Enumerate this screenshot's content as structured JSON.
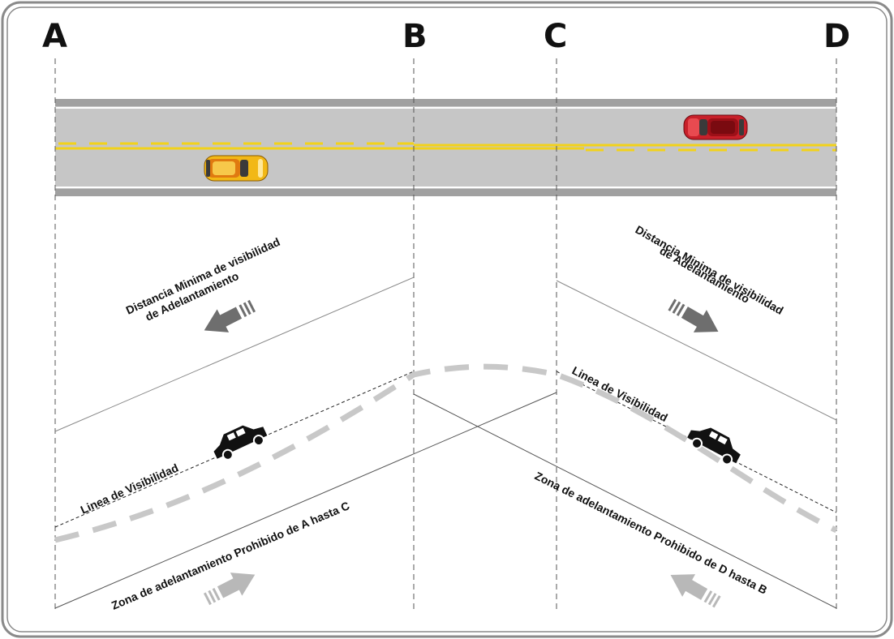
{
  "points": [
    "A",
    "B",
    "C",
    "D"
  ],
  "labels": {
    "min_distance_left_line1": "Distancia Minima de visibilidad",
    "min_distance_left_line2": "de Adelantamiento",
    "min_distance_right_line1": "Distancia Minima de visibilidad",
    "min_distance_right_line2": "de Adelantamiento",
    "sight_line_left": "Linea de Visibilidad",
    "sight_line_right": "Linea de Visibilidad",
    "no_passing_left": "Zona de adelantamiento Prohibido de A hasta C",
    "no_passing_right": "Zona de adelantamiento Prohibido de D hasta B"
  },
  "colors": {
    "road": "#c6c6c6",
    "road_edge": "#9a9a9a",
    "center_line": "#f2d21a",
    "car_yellow": "#f2b816",
    "car_red": "#c8202a",
    "car_profile": "#111111",
    "arrow": "#6e6e6e",
    "hill_dash": "#c8c8c8",
    "frame": "#8a8a8a"
  }
}
